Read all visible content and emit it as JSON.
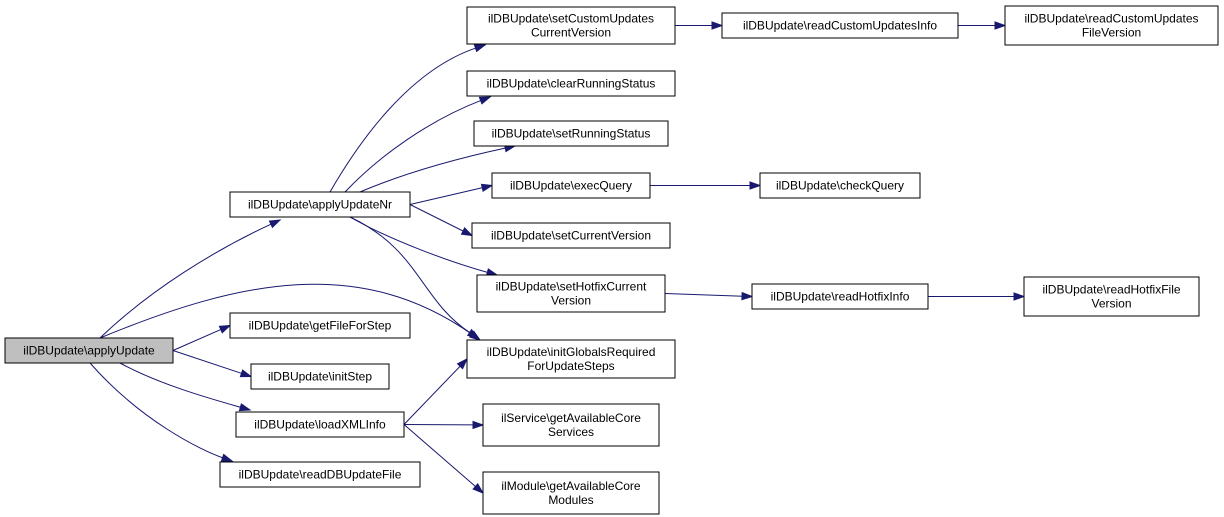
{
  "colors": {
    "edge": "#191970",
    "root_fill": "#bfbfbf",
    "node_fill": "#ffffff"
  },
  "nodes": {
    "applyUpdate": [
      "ilDBUpdate\\applyUpdate"
    ],
    "applyUpdateNr": [
      "ilDBUpdate\\applyUpdateNr"
    ],
    "getFileForStep": [
      "ilDBUpdate\\getFileForStep"
    ],
    "initStep": [
      "ilDBUpdate\\initStep"
    ],
    "loadXMLInfo": [
      "ilDBUpdate\\loadXMLInfo"
    ],
    "readDBUpdateFile": [
      "ilDBUpdate\\readDBUpdateFile"
    ],
    "setCustomUpdatesCurrentVersion": [
      "ilDBUpdate\\setCustomUpdates",
      "CurrentVersion"
    ],
    "clearRunningStatus": [
      "ilDBUpdate\\clearRunningStatus"
    ],
    "setRunningStatus": [
      "ilDBUpdate\\setRunningStatus"
    ],
    "execQuery": [
      "ilDBUpdate\\execQuery"
    ],
    "setCurrentVersion": [
      "ilDBUpdate\\setCurrentVersion"
    ],
    "setHotfixCurrentVersion": [
      "ilDBUpdate\\setHotfixCurrent",
      "Version"
    ],
    "initGlobalsRequiredForUpdateSteps": [
      "ilDBUpdate\\initGlobalsRequired",
      "ForUpdateSteps"
    ],
    "getAvailableCoreServices": [
      "ilService\\getAvailableCore",
      "Services"
    ],
    "getAvailableCoreModules": [
      "ilModule\\getAvailableCore",
      "Modules"
    ],
    "readCustomUpdatesInfo": [
      "ilDBUpdate\\readCustomUpdatesInfo"
    ],
    "checkQuery": [
      "ilDBUpdate\\checkQuery"
    ],
    "readHotfixInfo": [
      "ilDBUpdate\\readHotfixInfo"
    ],
    "readCustomUpdatesFileVersion": [
      "ilDBUpdate\\readCustomUpdates",
      "FileVersion"
    ],
    "readHotfixFileVersion": [
      "ilDBUpdate\\readHotfixFile",
      "Version"
    ]
  },
  "edges": [
    [
      "applyUpdate",
      "applyUpdateNr"
    ],
    [
      "applyUpdate",
      "initGlobalsRequiredForUpdateSteps"
    ],
    [
      "applyUpdate",
      "getFileForStep"
    ],
    [
      "applyUpdate",
      "initStep"
    ],
    [
      "applyUpdate",
      "loadXMLInfo"
    ],
    [
      "applyUpdate",
      "readDBUpdateFile"
    ],
    [
      "applyUpdateNr",
      "setCustomUpdatesCurrentVersion"
    ],
    [
      "applyUpdateNr",
      "clearRunningStatus"
    ],
    [
      "applyUpdateNr",
      "setRunningStatus"
    ],
    [
      "applyUpdateNr",
      "execQuery"
    ],
    [
      "applyUpdateNr",
      "setCurrentVersion"
    ],
    [
      "applyUpdateNr",
      "setHotfixCurrentVersion"
    ],
    [
      "applyUpdateNr",
      "initGlobalsRequiredForUpdateSteps"
    ],
    [
      "setCustomUpdatesCurrentVersion",
      "readCustomUpdatesInfo"
    ],
    [
      "readCustomUpdatesInfo",
      "readCustomUpdatesFileVersion"
    ],
    [
      "execQuery",
      "checkQuery"
    ],
    [
      "setHotfixCurrentVersion",
      "readHotfixInfo"
    ],
    [
      "readHotfixInfo",
      "readHotfixFileVersion"
    ],
    [
      "loadXMLInfo",
      "initGlobalsRequiredForUpdateSteps"
    ],
    [
      "loadXMLInfo",
      "getAvailableCoreServices"
    ],
    [
      "loadXMLInfo",
      "getAvailableCoreModules"
    ]
  ]
}
